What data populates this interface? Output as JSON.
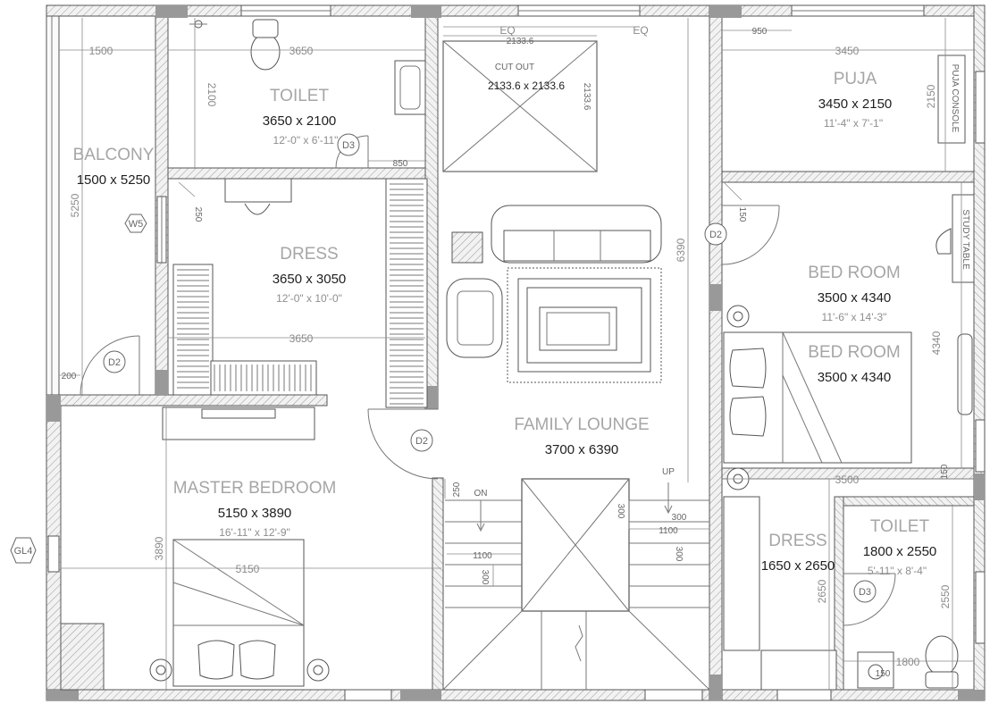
{
  "rooms": {
    "toilet_top": {
      "name": "TOILET",
      "size": "3650 x 2100",
      "imperial": "12'-0\" x 6'-11\""
    },
    "cutout": {
      "name": "CUT OUT",
      "size": "2133.6 x 2133.6"
    },
    "puja": {
      "name": "PUJA",
      "size": "3450 x 2150",
      "imperial": "11'-4\" x 7'-1\""
    },
    "balcony": {
      "name": "BALCONY",
      "size": "1500 x 5250"
    },
    "dress_top": {
      "name": "DRESS",
      "size": "3650 x 3050",
      "imperial": "12'-0\" x 10'-0\""
    },
    "bedroom": {
      "name": "BED ROOM",
      "size": "3500 x 4340",
      "imperial": "11'-6\" x 14'-3\""
    },
    "bedroom_dup": {
      "name": "BED ROOM",
      "size": "3500 x 4340"
    },
    "family_lounge": {
      "name": "FAMILY LOUNGE",
      "size": "3700 x 6390"
    },
    "master_bedroom": {
      "name": "MASTER BEDROOM",
      "size": "5150 x 3890",
      "imperial": "16'-11\" x 12'-9\""
    },
    "dress_bottom": {
      "name": "DRESS",
      "size": "1650 x 2650"
    },
    "toilet_bottom": {
      "name": "TOILET",
      "size": "1800 x 2550",
      "imperial": "5'-11\" x 8'-4\""
    }
  },
  "dims": {
    "d1500": "1500",
    "d3650_top": "3650",
    "d2100": "2100",
    "eq1": "EQ",
    "eq2": "EQ",
    "d2133_h": "2133.6",
    "d2133_v": "2133.6",
    "d950_top": "950",
    "d3450": "3450",
    "d2150": "2150",
    "d5250": "5250",
    "d250": "250",
    "d850": "850",
    "d150": "150",
    "d6390": "6390",
    "d3650_mid": "3650",
    "d200": "200",
    "d4340": "4340",
    "d3500": "3500",
    "d150b": "150",
    "d250b": "250",
    "d300a": "300",
    "d1100a": "1100",
    "d300b": "300",
    "d1100b": "1100",
    "d300c": "300",
    "d300d": "300",
    "d3890": "3890",
    "d5150": "5150",
    "d2650": "2650",
    "d2550": "2550",
    "d1800": "1800",
    "d150c": "150"
  },
  "tags": {
    "d3_top": "D3",
    "w5": "W5",
    "d2_left": "D2",
    "d2_right": "D2",
    "d2_lounge": "D2",
    "d3_bottom": "D3",
    "gl4": "GL4"
  },
  "labels": {
    "puja_console": "PUJA CONSOLE",
    "study_table": "STUDY TABLE",
    "on": "ON",
    "up": "UP"
  }
}
